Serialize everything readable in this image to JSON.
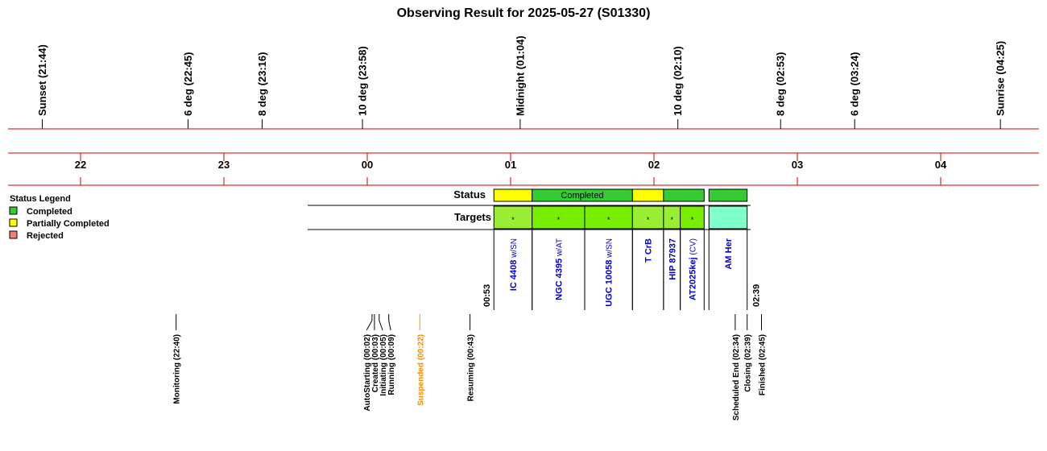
{
  "chart_data": {
    "type": "timeline",
    "title": "Observing Result for 2025-05-27 (S01330)",
    "time_range": [
      "21:20",
      "04:35"
    ],
    "hour_ticks": [
      {
        "time": "22:00",
        "label": "22"
      },
      {
        "time": "23:00",
        "label": "23"
      },
      {
        "time": "24:00",
        "label": "00"
      },
      {
        "time": "25:00",
        "label": "01"
      },
      {
        "time": "26:00",
        "label": "02"
      },
      {
        "time": "27:00",
        "label": "03"
      },
      {
        "time": "28:00",
        "label": "04"
      }
    ],
    "sky_events": [
      {
        "time": "21:44",
        "label": "Sunset (21:44)"
      },
      {
        "time": "22:45",
        "label": "6 deg (22:45)"
      },
      {
        "time": "23:16",
        "label": "8 deg (23:16)"
      },
      {
        "time": "23:58",
        "label": "10 deg (23:58)"
      },
      {
        "time": "25:04",
        "label": "Midnight (01:04)"
      },
      {
        "time": "26:10",
        "label": "10 deg (02:10)"
      },
      {
        "time": "26:53",
        "label": "8 deg (02:53)"
      },
      {
        "time": "27:24",
        "label": "6 deg (03:24)"
      },
      {
        "time": "28:25",
        "label": "Sunrise (04:25)"
      }
    ],
    "legend": {
      "title": "Status Legend",
      "items": [
        {
          "label": "Completed",
          "color": "#33cc33"
        },
        {
          "label": "Partially Completed",
          "color": "#ffff00"
        },
        {
          "label": "Rejected",
          "color": "#f08070"
        }
      ]
    },
    "rows": {
      "status_label": "Status",
      "targets_label": "Targets"
    },
    "status_segments": [
      {
        "start": "24:53",
        "end": "25:09",
        "status": "Partially Completed",
        "color": "#ffff00",
        "label": ""
      },
      {
        "start": "25:09",
        "end": "25:51",
        "status": "Completed",
        "color": "#33cc33",
        "label": "Completed"
      },
      {
        "start": "25:51",
        "end": "26:04",
        "status": "Partially Completed",
        "color": "#ffff00",
        "label": ""
      },
      {
        "start": "26:04",
        "end": "26:21",
        "status": "Completed",
        "color": "#33cc33",
        "label": ""
      },
      {
        "start": "26:23",
        "end": "26:39",
        "status": "Completed",
        "color": "#33cc33",
        "label": ""
      }
    ],
    "targets": [
      {
        "start": "24:53",
        "end": "25:09",
        "name": "IC 4408",
        "suffix": "w/SN",
        "color": "#99ee33",
        "mark": "*"
      },
      {
        "start": "25:09",
        "end": "25:31",
        "name": "NGC 4395",
        "suffix": "w/AT",
        "color": "#77ee00",
        "mark": "*"
      },
      {
        "start": "25:31",
        "end": "25:51",
        "name": "UGC 10058",
        "suffix": "w/SN",
        "color": "#77ee00",
        "mark": "*"
      },
      {
        "start": "25:51",
        "end": "26:04",
        "name": "T CrB",
        "suffix": "",
        "color": "#99ee33",
        "mark": "*"
      },
      {
        "start": "26:04",
        "end": "26:11",
        "name": "HIP 87937",
        "suffix": "",
        "color": "#99ee33",
        "mark": "*"
      },
      {
        "start": "26:11",
        "end": "26:21",
        "name": "AT2025kej",
        "suffix": "(CV)",
        "color": "#77ee00",
        "mark": "*"
      },
      {
        "start": "26:23",
        "end": "26:39",
        "name": "AM Her",
        "suffix": "",
        "color": "#80ffcc",
        "mark": ""
      }
    ],
    "boundary_times": [
      {
        "time": "24:53",
        "label": "00:53"
      },
      {
        "time": "26:39",
        "label": "02:39"
      }
    ],
    "log_events": [
      {
        "time": "22:40",
        "label": "Monitoring (22:40)",
        "color": "#000000"
      },
      {
        "time": "24:02",
        "label": "AutoStarting (00:02)",
        "color": "#000000"
      },
      {
        "time": "24:03",
        "label": "Created (00:03)",
        "color": "#000000"
      },
      {
        "time": "24:05",
        "label": "Initiating (00:05)",
        "color": "#000000"
      },
      {
        "time": "24:09",
        "label": "Running (00:09)",
        "color": "#000000"
      },
      {
        "time": "24:22",
        "label": "Suspended (00:22)",
        "color": "#ff8c00"
      },
      {
        "time": "24:43",
        "label": "Resuming (00:43)",
        "color": "#000000"
      },
      {
        "time": "26:34",
        "label": "Scheduled End (02:34)",
        "color": "#000000"
      },
      {
        "time": "26:39",
        "label": "Closing (02:39)",
        "color": "#000000"
      },
      {
        "time": "26:45",
        "label": "Finished (02:45)",
        "color": "#000000"
      }
    ]
  }
}
